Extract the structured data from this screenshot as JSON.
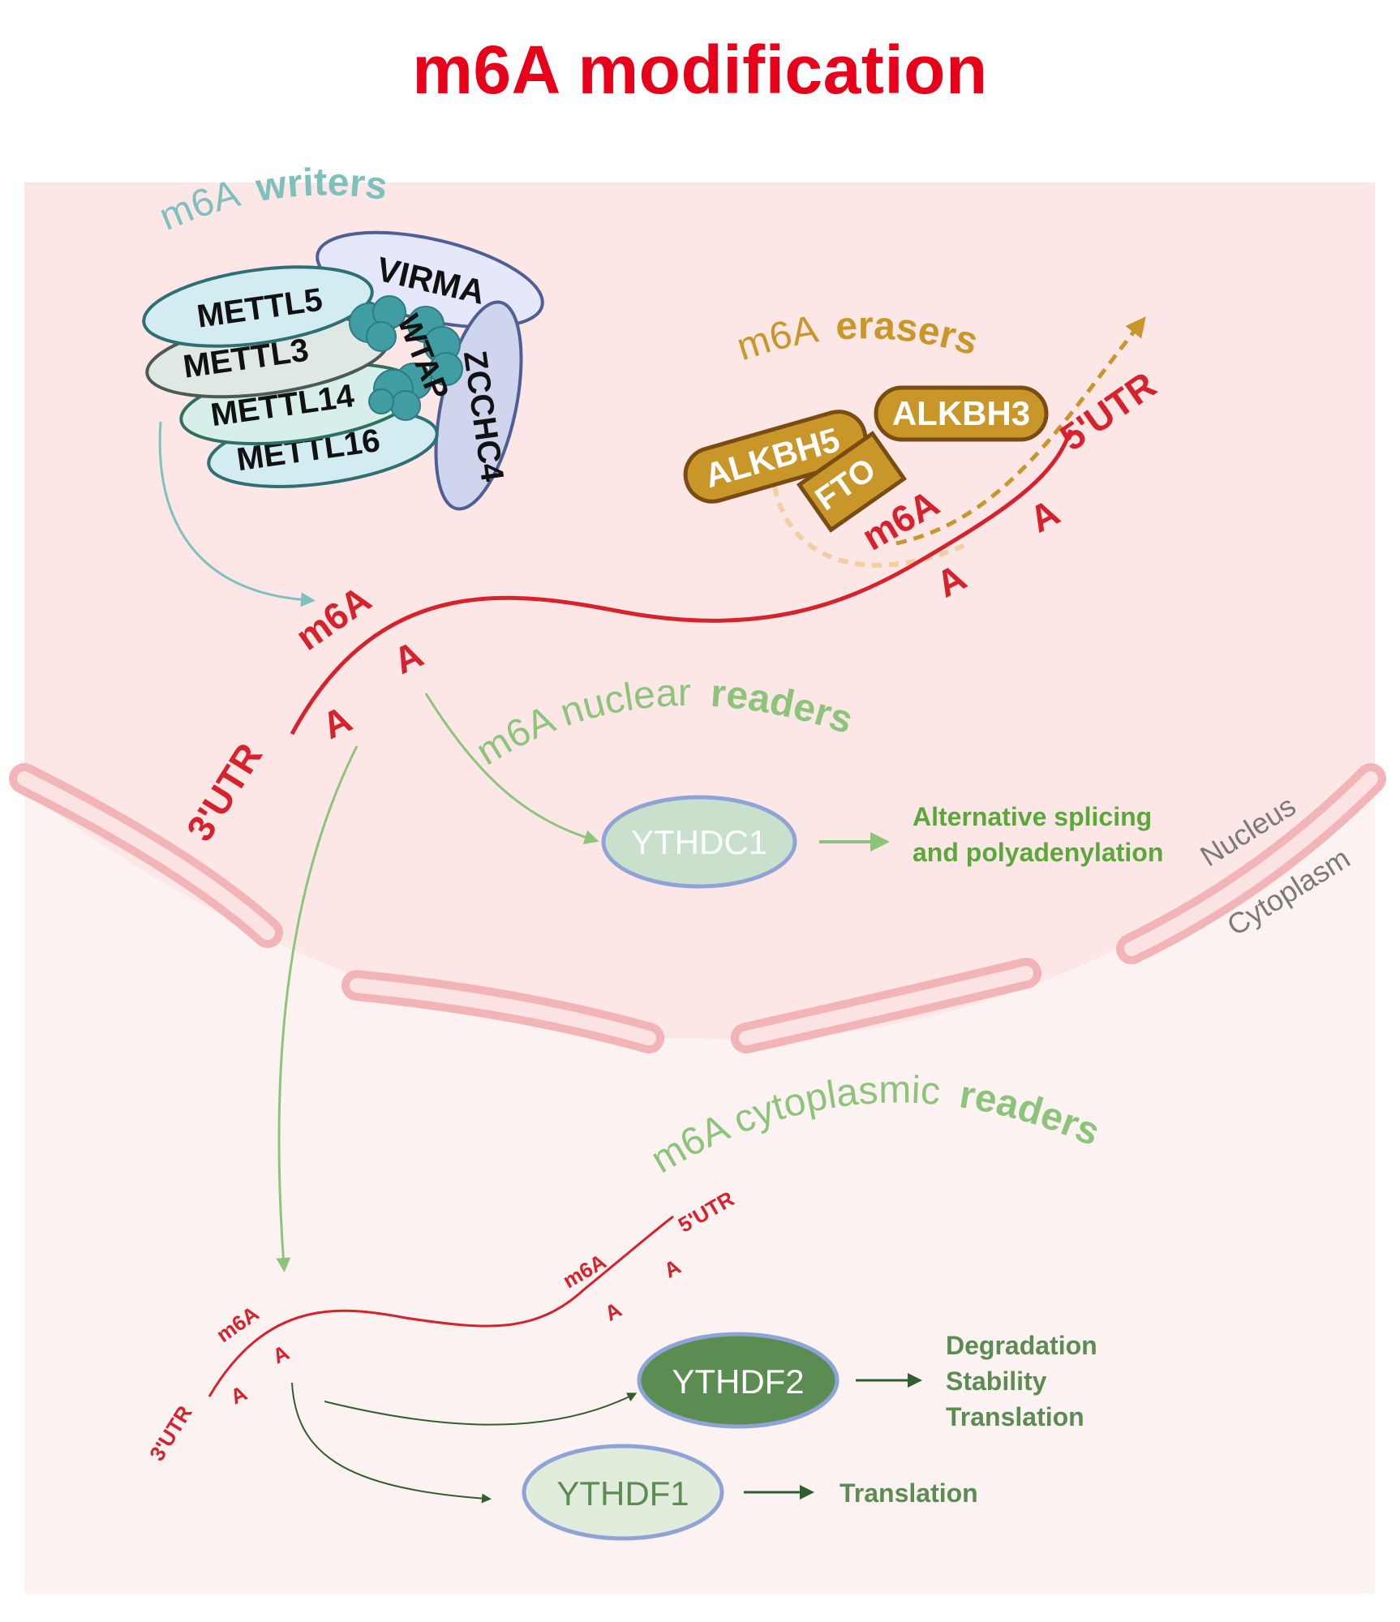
{
  "title": "m6A modification",
  "regions": {
    "nucleus": "Nucleus",
    "cytoplasm": "Cytoplasm"
  },
  "writers": {
    "heading_prefix": "m6A",
    "heading_bold": "writers",
    "proteins": [
      "METTL5",
      "METTL3",
      "METTL14",
      "METTL16",
      "VIRMA",
      "WTAP",
      "ZCCHC4"
    ]
  },
  "erasers": {
    "heading_prefix": "m6A",
    "heading_bold": "erasers",
    "proteins": [
      "ALKBH5",
      "ALKBH3",
      "FTO"
    ]
  },
  "nuclear_rna": {
    "three_utr": "3'UTR",
    "five_utr": "5'UTR",
    "m6a_left": "m6A",
    "m6a_right": "m6A",
    "a_labels": [
      "A",
      "A",
      "A",
      "A"
    ]
  },
  "nuclear_readers": {
    "heading_prefix": "m6A nuclear",
    "heading_bold": "readers",
    "reader": "YTHDC1",
    "outcome_line1": "Alternative splicing",
    "outcome_line2": "and polyadenylation"
  },
  "cytoplasmic_rna": {
    "three_utr": "3'UTR",
    "five_utr": "5'UTR",
    "m6a_left": "m6A",
    "m6a_right": "m6A",
    "a_labels": [
      "A",
      "A",
      "A",
      "A"
    ]
  },
  "cytoplasmic_readers": {
    "heading_prefix": "m6A cytoplasmic",
    "heading_bold": "readers",
    "reader_a": "YTHDF2",
    "outcomes_a": [
      "Degradation",
      "Stability",
      "Translation"
    ],
    "reader_b": "YTHDF1",
    "outcome_b": "Translation"
  },
  "colors": {
    "title": "#e8001a",
    "rna": "#d8222b",
    "writers_heading": "#7dc0bd",
    "erasers": "#c9962a",
    "nuclear_readers": "#8cc47a",
    "cytoplasmic_readers": "#5b8c51",
    "region_labels": "#7a7a7a"
  }
}
